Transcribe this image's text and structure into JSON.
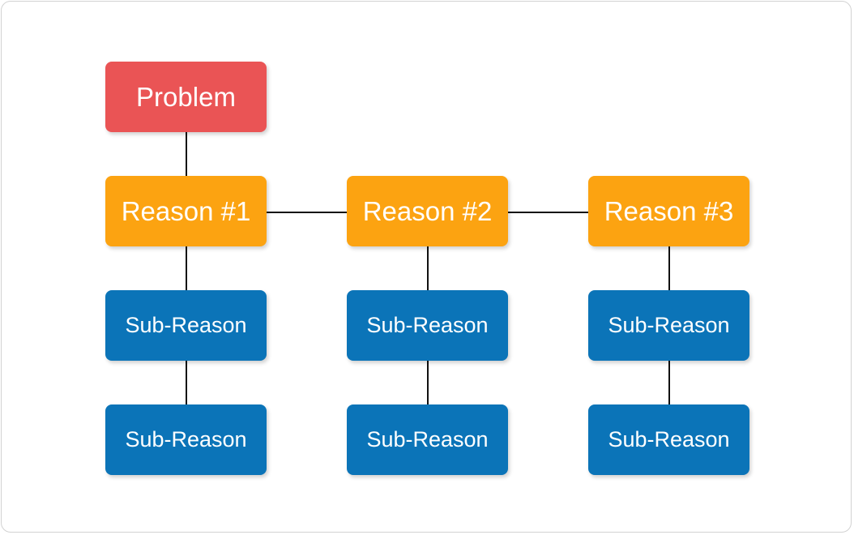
{
  "problem": {
    "label": "Problem",
    "color": "#ea5455"
  },
  "reasons": [
    {
      "label": "Reason #1",
      "color": "#fca311"
    },
    {
      "label": "Reason #2",
      "color": "#fca311"
    },
    {
      "label": "Reason #3",
      "color": "#fca311"
    }
  ],
  "sub_reasons": [
    [
      "Sub-Reason",
      "Sub-Reason"
    ],
    [
      "Sub-Reason",
      "Sub-Reason"
    ],
    [
      "Sub-Reason",
      "Sub-Reason"
    ]
  ],
  "sub_reason_color": "#0b74b8",
  "connector_color": "#111111"
}
